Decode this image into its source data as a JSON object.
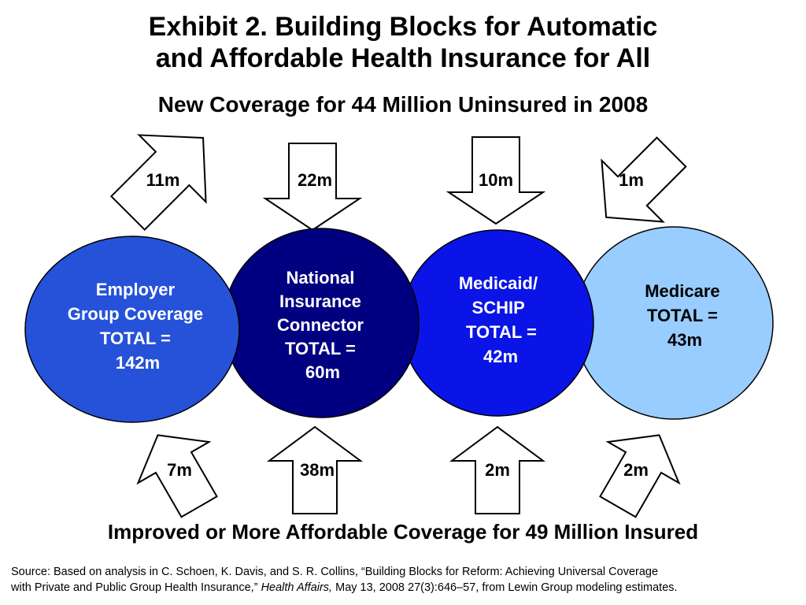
{
  "title_line1": "Exhibit 2. Building Blocks for Automatic",
  "title_line2": "and Affordable Health Insurance for All",
  "subtitle": "New Coverage for 44 Million Uninsured in 2008",
  "bottom_heading": "Improved or More Affordable Coverage for 49 Million Insured",
  "source": {
    "line1": "Source: Based on analysis in C. Schoen, K. Davis, and S. R. Collins, “Building Blocks for Reform: Achieving Universal Coverage",
    "line2_pre": "with Private and Public Group Health Insurance,” ",
    "journal": "Health Affairs,",
    "line2_post": " May 13, 2008 27(3):646–57, from Lewin Group modeling estimates."
  },
  "top_arrows": [
    {
      "label": "11m"
    },
    {
      "label": "22m"
    },
    {
      "label": "10m"
    },
    {
      "label": "1m"
    }
  ],
  "bottom_arrows": [
    {
      "label": "7m"
    },
    {
      "label": "38m"
    },
    {
      "label": "2m"
    },
    {
      "label": "2m"
    }
  ],
  "circles": [
    {
      "lines": [
        "Employer",
        "Group Coverage",
        "TOTAL =",
        "142m"
      ],
      "fill": "#2652d9",
      "text_color": "#ffffff"
    },
    {
      "lines": [
        "National",
        "Insurance",
        "Connector",
        "TOTAL =",
        "60m"
      ],
      "fill": "#000080",
      "text_color": "#ffffff"
    },
    {
      "lines": [
        "Medicaid/",
        "SCHIP",
        "TOTAL =",
        "42m"
      ],
      "fill": "#0a14e6",
      "text_color": "#ffffff"
    },
    {
      "lines": [
        "Medicare",
        "TOTAL =",
        "43m"
      ],
      "fill": "#99ccff",
      "text_color": "#000000"
    }
  ],
  "colors": {
    "arrow_fill": "#ffffff",
    "arrow_stroke": "#000000",
    "circle_stroke": "#000000"
  }
}
